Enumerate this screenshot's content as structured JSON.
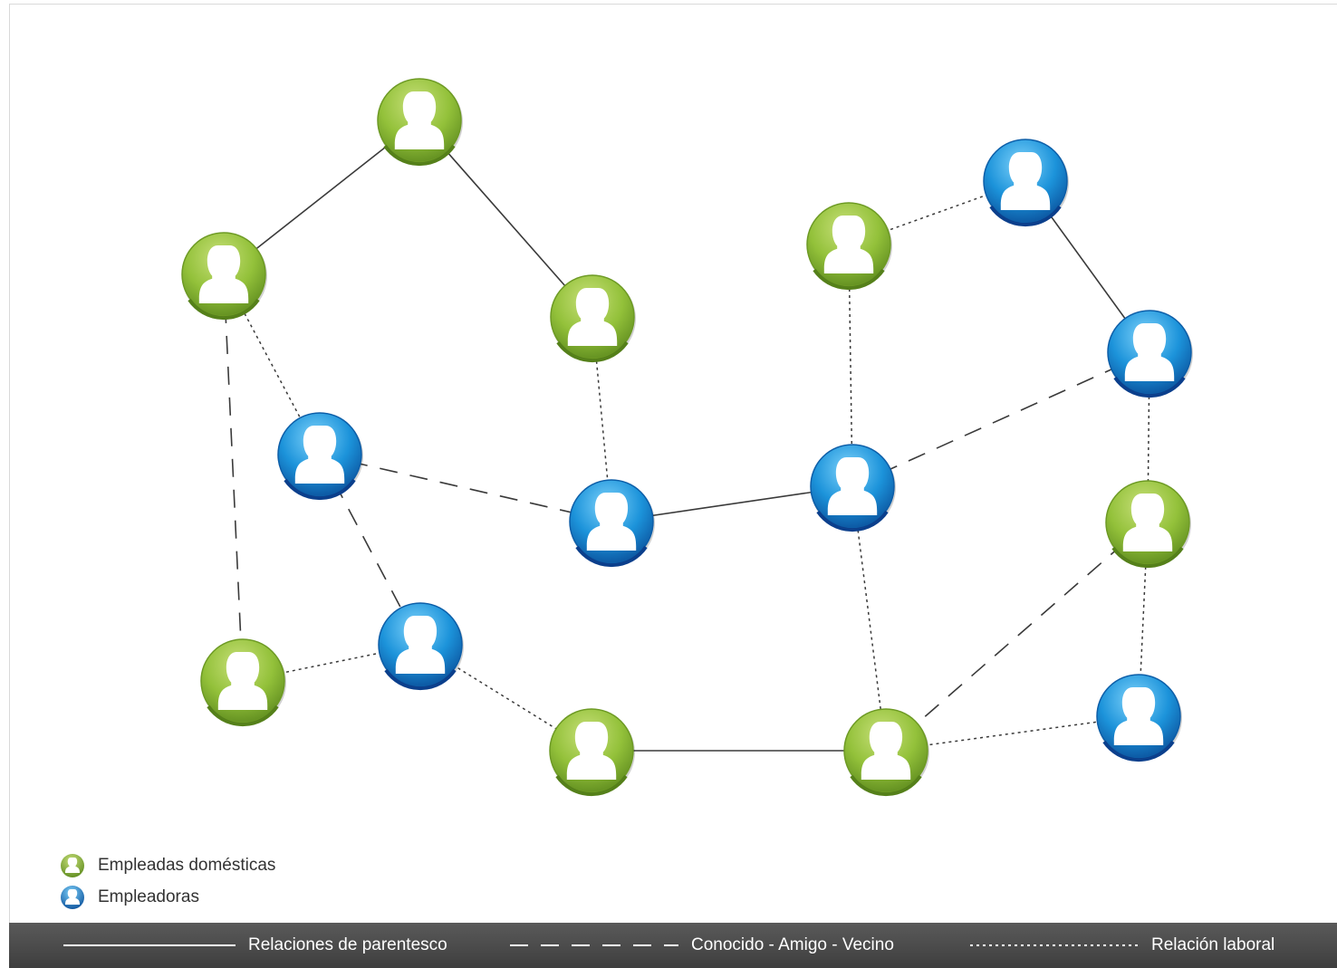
{
  "legend": {
    "domestic_label": "Empleadas domésticas",
    "employer_label": "Empleadoras"
  },
  "bottom_bar": {
    "kinship_label": "Relaciones de parentesco",
    "acquaintance_label": "Conocido - Amigo - Vecino",
    "work_label": "Relación laboral"
  },
  "colors": {
    "domestic": "#8dbd2e",
    "employer": "#1a8fd6",
    "bar": "#4a4a4a"
  },
  "node_types": {
    "domestic": "person-icon-green",
    "employer": "person-icon-blue"
  },
  "nodes": [
    {
      "id": "n1",
      "type": "domestic"
    },
    {
      "id": "n2",
      "type": "domestic"
    },
    {
      "id": "n3",
      "type": "domestic"
    },
    {
      "id": "n4",
      "type": "employer"
    },
    {
      "id": "n5",
      "type": "employer"
    },
    {
      "id": "n6",
      "type": "domestic"
    },
    {
      "id": "n7",
      "type": "employer"
    },
    {
      "id": "n8",
      "type": "domestic"
    },
    {
      "id": "n9",
      "type": "domestic"
    },
    {
      "id": "n10",
      "type": "employer"
    },
    {
      "id": "n11",
      "type": "employer"
    },
    {
      "id": "n12",
      "type": "employer"
    },
    {
      "id": "n13",
      "type": "domestic"
    },
    {
      "id": "n14",
      "type": "domestic"
    },
    {
      "id": "n15",
      "type": "employer"
    }
  ],
  "edges": [
    {
      "from": "n1",
      "to": "n2",
      "type": "kinship"
    },
    {
      "from": "n1",
      "to": "n3",
      "type": "kinship"
    },
    {
      "from": "n2",
      "to": "n4",
      "type": "work"
    },
    {
      "from": "n2",
      "to": "n6",
      "type": "acquaintance"
    },
    {
      "from": "n3",
      "to": "n5",
      "type": "work"
    },
    {
      "from": "n4",
      "to": "n5",
      "type": "acquaintance"
    },
    {
      "from": "n4",
      "to": "n7",
      "type": "acquaintance"
    },
    {
      "from": "n6",
      "to": "n7",
      "type": "work"
    },
    {
      "from": "n7",
      "to": "n8",
      "type": "work"
    },
    {
      "from": "n8",
      "to": "n14",
      "type": "kinship"
    },
    {
      "from": "n5",
      "to": "n12",
      "type": "kinship"
    },
    {
      "from": "n9",
      "to": "n10",
      "type": "work"
    },
    {
      "from": "n9",
      "to": "n12",
      "type": "work"
    },
    {
      "from": "n10",
      "to": "n11",
      "type": "kinship"
    },
    {
      "from": "n12",
      "to": "n11",
      "type": "acquaintance"
    },
    {
      "from": "n12",
      "to": "n14",
      "type": "work"
    },
    {
      "from": "n11",
      "to": "n13",
      "type": "work"
    },
    {
      "from": "n13",
      "to": "n14",
      "type": "acquaintance"
    },
    {
      "from": "n13",
      "to": "n15",
      "type": "work"
    },
    {
      "from": "n14",
      "to": "n15",
      "type": "work"
    }
  ]
}
